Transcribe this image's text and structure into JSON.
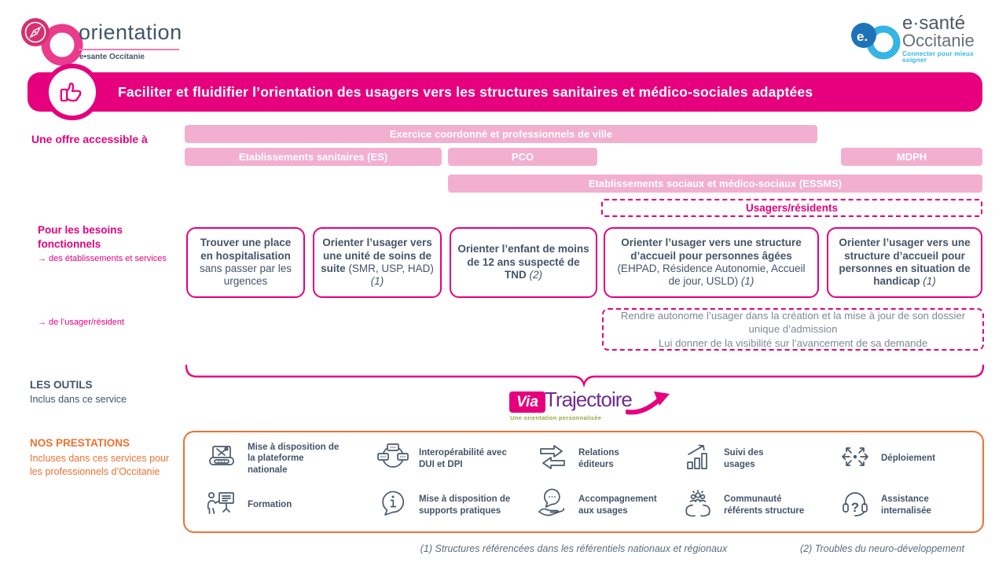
{
  "header": {
    "orientation_logo": {
      "title": "orientation",
      "subtitle": "e•sante Occitanie"
    },
    "esante_logo": {
      "badge": "e.",
      "name_line1": "e·santé",
      "name_line2": "Occitanie",
      "tagline": "Connecter pour mieux soigner"
    }
  },
  "banner": {
    "title": "Faciliter et fluidifier l’orientation des usagers vers les structures sanitaires et médico-sociales adaptées"
  },
  "audience": {
    "label": "Une offre accessible à",
    "bar_ville": "Exercice coordonné et professionnels de ville",
    "bar_es": "Etablissements sanitaires (ES)",
    "bar_pco": "PCO",
    "bar_mdph": "MDPH",
    "bar_essms": "Etablissements sociaux et médico-sociaux (ESSMS)",
    "bar_usagers": "Usagers/résidents"
  },
  "needs": {
    "title": "Pour les besoins fonctionnels",
    "arrow_etab": "→ des établissements et services",
    "arrow_usager": "→ de l’usager/résident",
    "boxes": [
      {
        "bold": "Trouver une place en hospitalisation",
        "normal": "sans passer par les urgences",
        "note": ""
      },
      {
        "bold": "Orienter l’usager vers une unité de soins de suite",
        "normal": "(SMR, USP, HAD)",
        "note": "(1)"
      },
      {
        "bold": "Orienter l’enfant de moins de 12 ans suspecté de TND",
        "normal": "",
        "note": "(2)"
      },
      {
        "bold": "Orienter l’usager vers une structure d’accueil pour personnes âgées",
        "normal": "(EHPAD, Résidence Autonomie, Accueil de jour, USLD)",
        "note": "(1)"
      },
      {
        "bold": "Orienter l’usager vers une structure d’accueil pour personnes en situation de handicap",
        "normal": "",
        "note": "(1)"
      }
    ],
    "usager_autonomy": {
      "line1": "Rendre autonome l’usager dans la création et la mise à jour de son dossier unique d’admission",
      "line2": "Lui donner de la visibilité sur l’avancement de sa demande"
    }
  },
  "tools": {
    "title": "LES OUTILS",
    "subtitle": "Inclus dans ce service",
    "logo": {
      "via": "Via",
      "trajectoire": "Trajectoire",
      "tagline": "Une orientation personnalisée"
    }
  },
  "prestations": {
    "title": "NOS PRESTATIONS",
    "subtitle": "Incluses dans ces services pour les professionnels d’Occitanie",
    "items": [
      {
        "icon": "platform-icon",
        "label": "Mise à disposition de la plateforme nationale"
      },
      {
        "icon": "interoperability-icon",
        "label": "Interopérabilité avec DUI et DPI"
      },
      {
        "icon": "arrows-exchange-icon",
        "label": "Relations éditeurs"
      },
      {
        "icon": "usage-chart-icon",
        "label": "Suivi des usages"
      },
      {
        "icon": "deployment-icon",
        "label": "Déploiement"
      },
      {
        "icon": "training-icon",
        "label": "Formation"
      },
      {
        "icon": "info-bubble-icon",
        "label": "Mise à disposition de supports pratiques"
      },
      {
        "icon": "support-hand-icon",
        "label": "Accompagnement aux usages"
      },
      {
        "icon": "community-icon",
        "label": "Communauté référents structure"
      },
      {
        "icon": "headset-icon",
        "label": "Assistance internalisée"
      }
    ]
  },
  "footnotes": {
    "note1": "(1) Structures référencées dans les référentiels nationaux et régionaux",
    "note2": "(2) Troubles du neuro-développement"
  },
  "colors": {
    "magenta": "#E6007E",
    "light_pink": "#F2AFD0",
    "slate": "#44546A",
    "orange": "#ED7232",
    "purple": "#6F2C91",
    "green": "#93A93F",
    "blue": "#35B4E5",
    "gray_text": "#7B8B96"
  }
}
